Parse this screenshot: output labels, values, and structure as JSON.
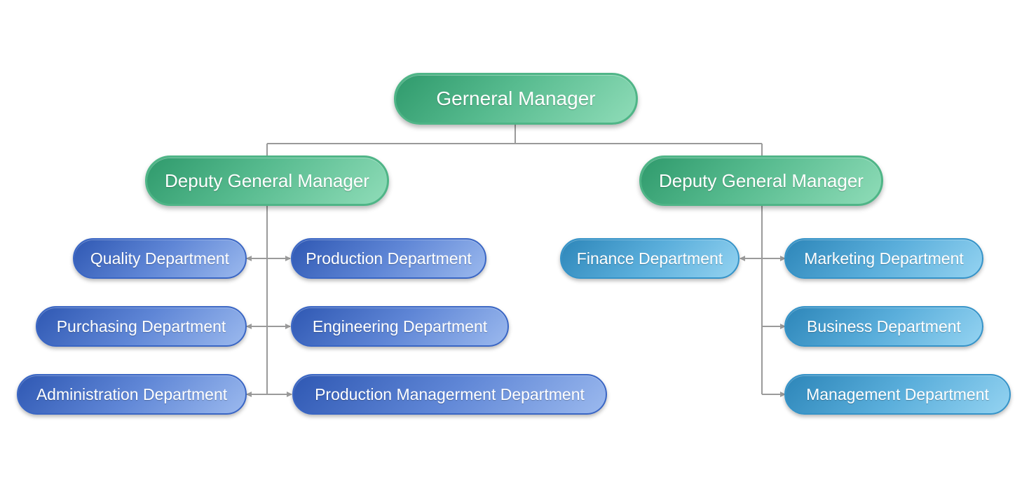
{
  "org_chart": {
    "top": {
      "label": "Gerneral Manager"
    },
    "deputies": [
      {
        "label": "Deputy General Manager"
      },
      {
        "label": "Deputy General Manager"
      }
    ],
    "left_branch": {
      "left_column": [
        {
          "label": "Quality Department"
        },
        {
          "label": "Purchasing Department"
        },
        {
          "label": "Administration Department"
        }
      ],
      "right_column": [
        {
          "label": "Production Department"
        },
        {
          "label": "Engineering Department"
        },
        {
          "label": "Production Managerment Department"
        }
      ]
    },
    "right_branch": {
      "left_column": [
        {
          "label": "Finance Department"
        }
      ],
      "right_column": [
        {
          "label": "Marketing Department"
        },
        {
          "label": "Business Department"
        },
        {
          "label": "Management Department"
        }
      ]
    }
  },
  "colors": {
    "executive_fill": "#57bb8f",
    "left_department_fill": "#5f86d6",
    "right_department_fill": "#5aaedb",
    "connector": "#9a9a9a"
  }
}
